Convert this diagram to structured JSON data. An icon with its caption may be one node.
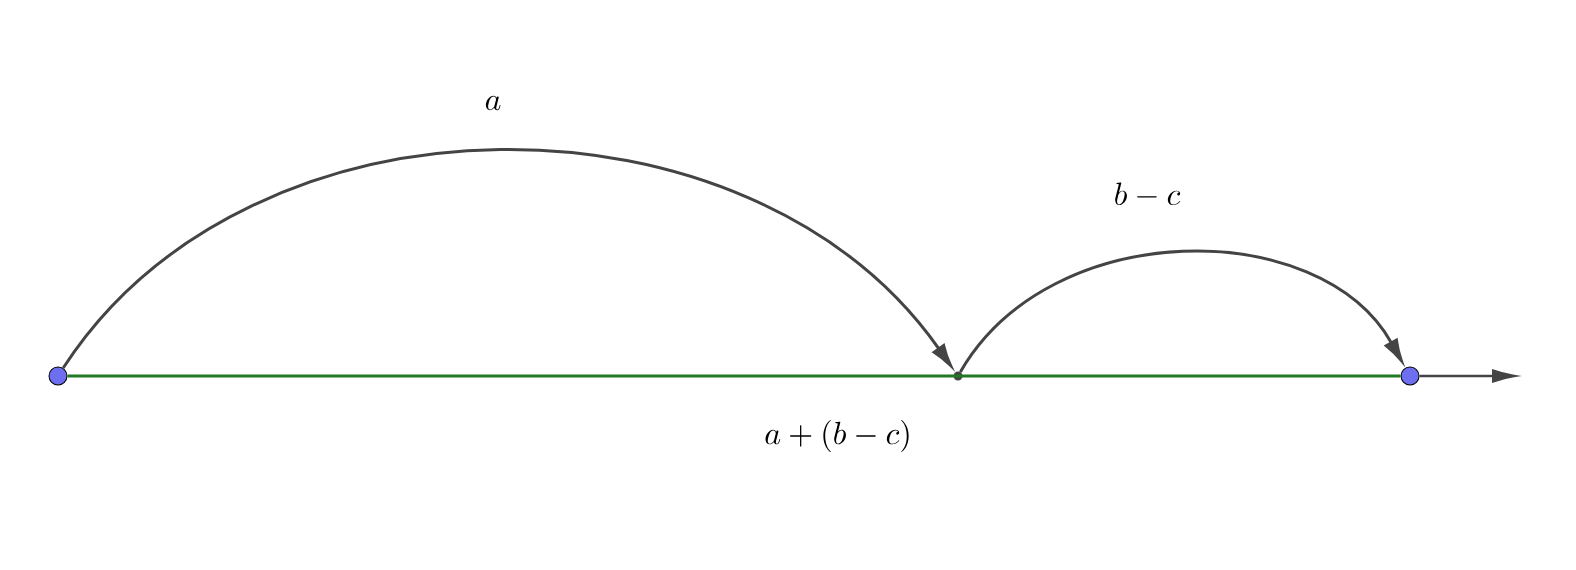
{
  "diagram": {
    "nodes": [
      {
        "text": [],
        "shape": "circle"
      },
      {
        "text": [],
        "shape": "point"
      },
      {
        "text": [],
        "shape": "circle"
      }
    ],
    "edges": [
      {
        "from": 0,
        "to": 1,
        "arrow": "to",
        "label": "a"
      },
      {
        "from": 1,
        "to": 2,
        "arrow": "to",
        "label": "b-c"
      },
      {
        "from": 0,
        "to": 2,
        "arrow": "none",
        "label": "a+(b-c)",
        "color": "#217a21"
      }
    ]
  }
}
